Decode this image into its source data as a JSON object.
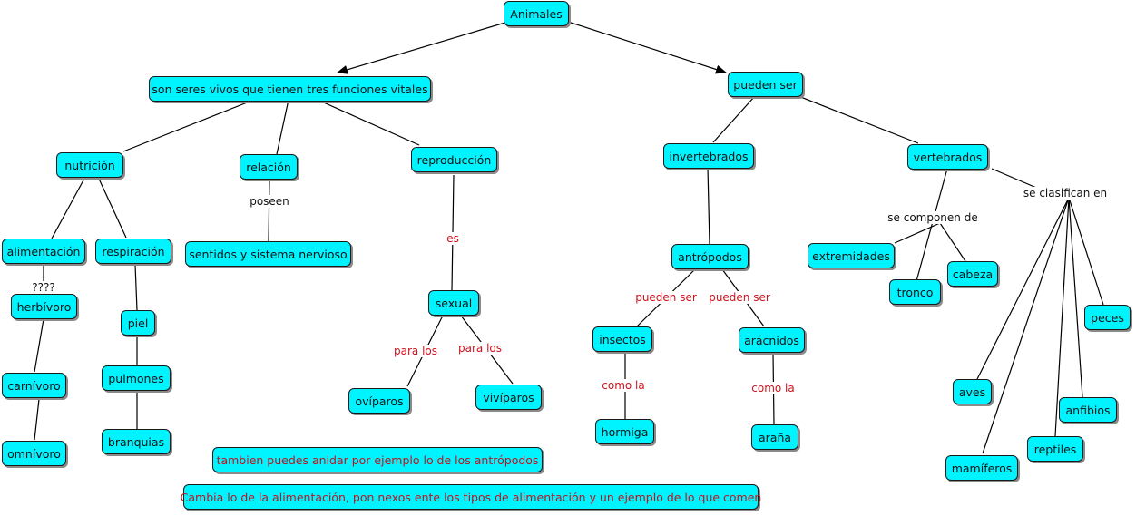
{
  "nodes": {
    "animales": "Animales",
    "funciones": "son seres vivos que tienen tres funciones vitales",
    "pueden_ser": "pueden ser",
    "nutricion": "nutrición",
    "relacion": "relación",
    "reproduccion": "reproducción",
    "invertebrados": "invertebrados",
    "vertebrados": "vertebrados",
    "alimentacion": "alimentación",
    "respiracion": "respiración",
    "sentidos": "sentidos y sistema nervioso",
    "herbivoro": "herbívoro",
    "carnivoro": "carnívoro",
    "omnivoro": "omnívoro",
    "piel": "piel",
    "pulmones": "pulmones",
    "branquias": "branquias",
    "sexual": "sexual",
    "oviparos": "ovíparos",
    "viviparos": "vivíparos",
    "antropodos": "antrópodos",
    "insectos": "insectos",
    "aracnidos": "arácnidos",
    "hormiga": "hormiga",
    "arana": "araña",
    "extremidades": "extremidades",
    "tronco": "tronco",
    "cabeza": "cabeza",
    "aves": "aves",
    "mamiferos": "mamíferos",
    "reptiles": "reptiles",
    "anfibios": "anfibios",
    "peces": "peces",
    "nota1": "tambien puedes anidar por ejemplo lo de los antrópodos",
    "nota2": "Cambia lo de la alimentación, pon nexos ente los tipos de alimentación y un ejemplo de lo que comen"
  },
  "labels": {
    "poseen": "poseen",
    "interrogacion": "????",
    "es": "es",
    "para_los_1": "para los",
    "para_los_2": "para los",
    "pueden_ser_1": "pueden ser",
    "pueden_ser_2": "pueden ser",
    "como_la_1": "como la",
    "como_la_2": "como la",
    "se_componen_de": "se componen de",
    "se_clasifican_en": "se clasifican en"
  },
  "colors": {
    "node_fill": "#00f4ff",
    "link_label_red": "#d0121d",
    "note_text": "#c0121f"
  }
}
